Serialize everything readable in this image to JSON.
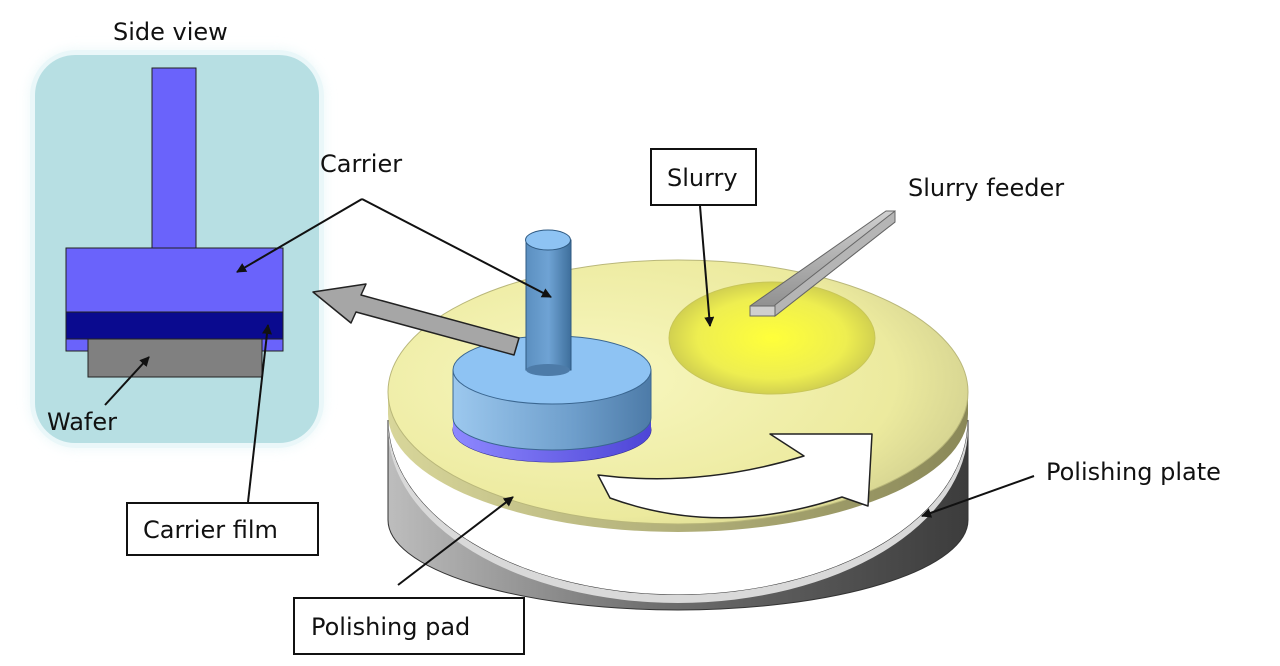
{
  "labels": {
    "side_view": "Side view",
    "carrier": "Carrier",
    "wafer": "Wafer",
    "carrier_film": "Carrier film",
    "slurry": "Slurry",
    "slurry_feeder": "Slurry feeder",
    "polishing_plate": "Polishing plate",
    "polishing_pad": "Polishing pad"
  },
  "colors": {
    "side_panel": "#b7dfe3",
    "carrier_blue": "#6a63fb",
    "film_navy": "#0a0a8f",
    "wafer_gray": "#808080",
    "pad_yellow": "#f3f1a8",
    "plate_gray": "#555555",
    "slurry_yellow": "#f7f56a",
    "head_blue": "#7fb8e8"
  }
}
